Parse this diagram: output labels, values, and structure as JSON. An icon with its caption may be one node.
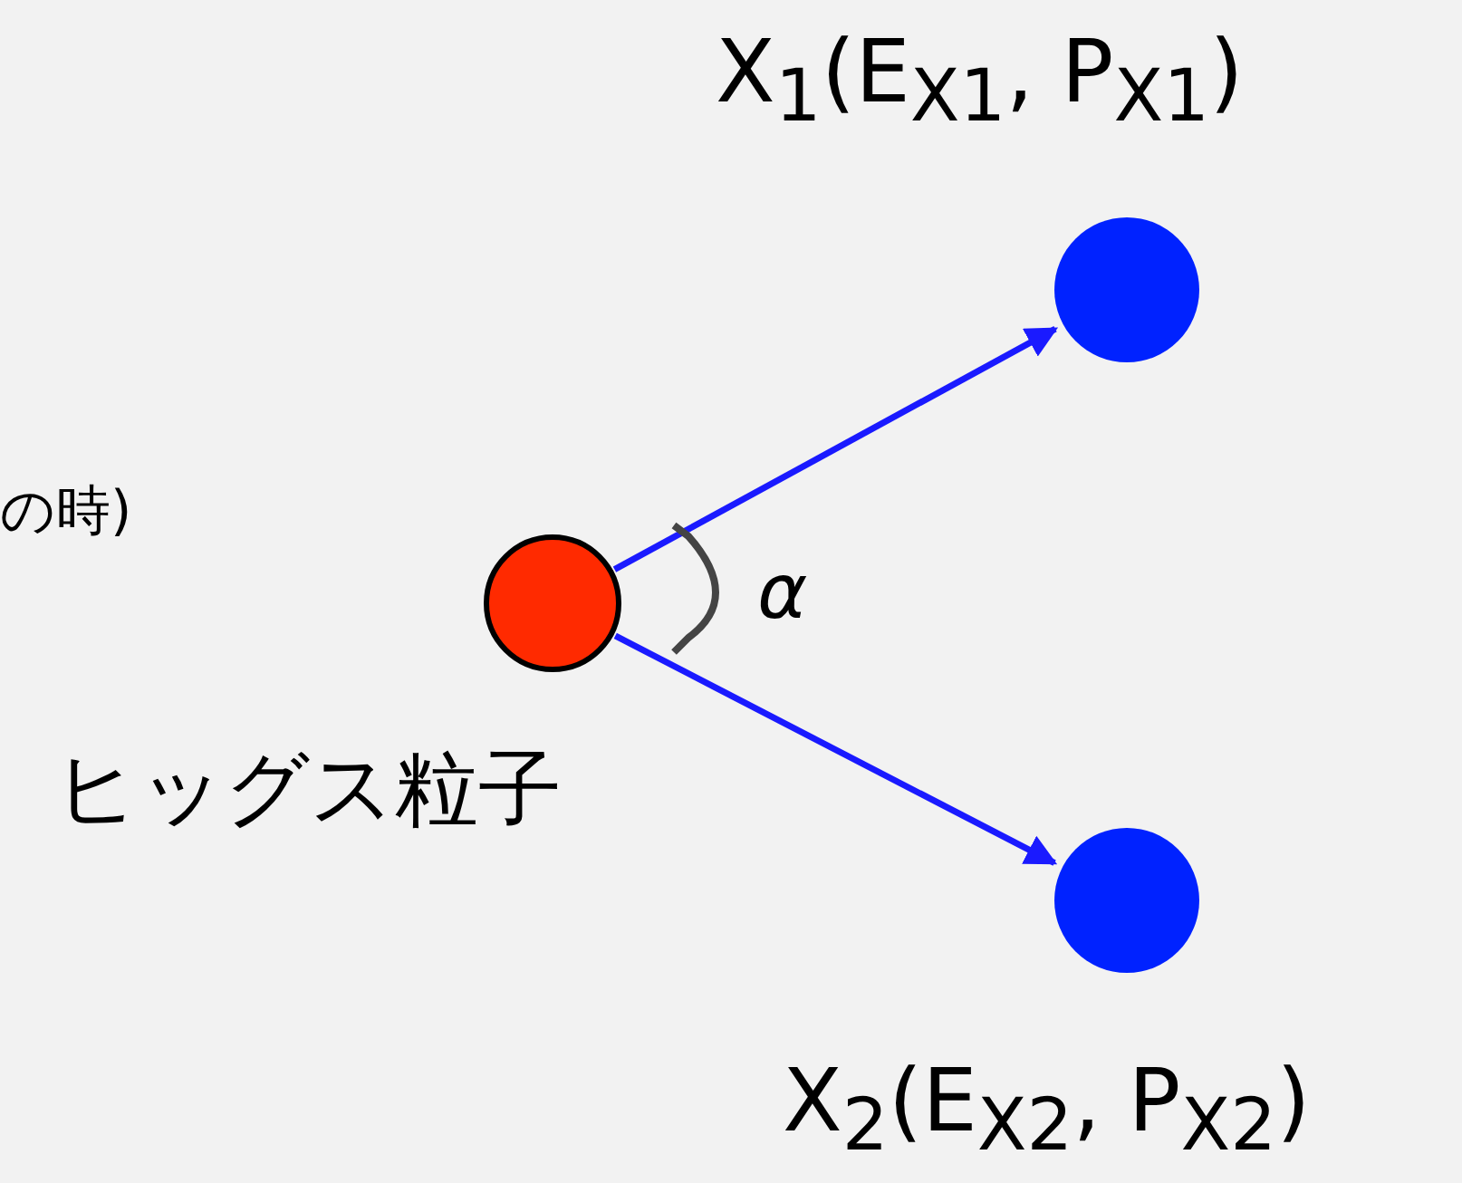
{
  "diagram": {
    "nodes": [
      {
        "text": [],
        "shape": "circle",
        "beside": [
          "ヒッグス粒子"
        ]
      },
      {
        "text": [],
        "shape": "circle",
        "beside": [
          "X$_{1}$(E$_{X1}$, P$_{X1}$)"
        ]
      },
      {
        "text": [],
        "shape": "circle",
        "beside": [
          "X$_{2}$(E$_{X2}$, P$_{X2}$)"
        ]
      }
    ],
    "edges": [
      {
        "from": 0,
        "to": 1,
        "arrow": "to",
        "color": "#1a1aff"
      },
      {
        "from": 0,
        "to": 2,
        "arrow": "to",
        "color": "#1a1aff"
      }
    ],
    "labels": [
      "の時)",
      "α"
    ]
  }
}
